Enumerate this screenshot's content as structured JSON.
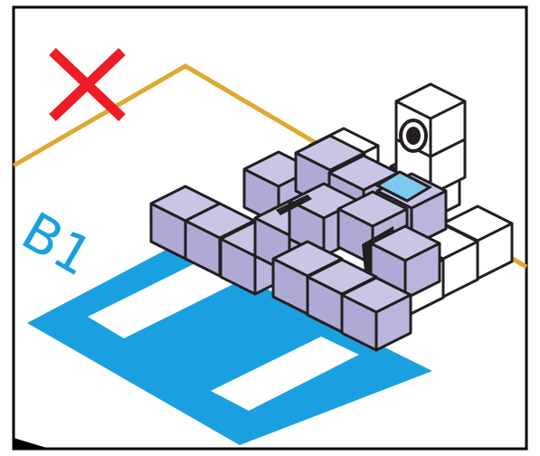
{
  "panel": {
    "label": "B1"
  },
  "marker": {
    "symbol": "cross",
    "meaning": "incorrect"
  },
  "colors": {
    "background": "#ffffff",
    "frame": "#000000",
    "outline_path": "#e0a830",
    "base_blue": "#1aa0e0",
    "cross_red": "#ee1c25",
    "cube_purple_top": "#c8c5e5",
    "cube_purple_side": "#aeaad5",
    "cube_white": "#ffffff",
    "highlight_blue": "#7ec8ef",
    "edge": "#231f20"
  },
  "icons": [
    "cross-icon",
    "camera-eye-icon",
    "corner-arrow-icon"
  ]
}
